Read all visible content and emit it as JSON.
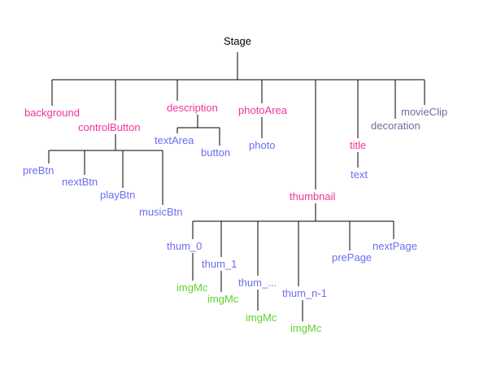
{
  "colors": {
    "root": "#000000",
    "pink": "#f0349a",
    "blue": "#6d6df2",
    "slate": "#6e6e9e",
    "green": "#62d12f",
    "line": "#000000"
  },
  "tree": {
    "root": "Stage",
    "children": [
      {
        "label": "background",
        "color": "pink"
      },
      {
        "label": "controlButton",
        "color": "pink",
        "children": [
          {
            "label": "preBtn",
            "color": "blue"
          },
          {
            "label": "nextBtn",
            "color": "blue"
          },
          {
            "label": "playBtn",
            "color": "blue"
          },
          {
            "label": "musicBtn",
            "color": "blue"
          }
        ]
      },
      {
        "label": "description",
        "color": "pink",
        "children": [
          {
            "label": "textArea",
            "color": "blue"
          },
          {
            "label": "button",
            "color": "blue"
          }
        ]
      },
      {
        "label": "photoArea",
        "color": "pink",
        "children": [
          {
            "label": "photo",
            "color": "blue"
          }
        ]
      },
      {
        "label": "thumbnail",
        "color": "pink",
        "children": [
          {
            "label": "thum_0",
            "color": "blue",
            "children": [
              {
                "label": "imgMc",
                "color": "green"
              }
            ]
          },
          {
            "label": "thum_1",
            "color": "blue",
            "children": [
              {
                "label": "imgMc",
                "color": "green"
              }
            ]
          },
          {
            "label": "thum_...",
            "color": "blue",
            "children": [
              {
                "label": "imgMc",
                "color": "green"
              }
            ]
          },
          {
            "label": "thum_n-1",
            "color": "blue",
            "children": [
              {
                "label": "imgMc",
                "color": "green"
              }
            ]
          },
          {
            "label": "prePage",
            "color": "blue"
          },
          {
            "label": "nextPage",
            "color": "blue"
          }
        ]
      },
      {
        "label": "title",
        "color": "pink",
        "children": [
          {
            "label": "text",
            "color": "blue"
          }
        ]
      },
      {
        "label": "decoration",
        "color": "slate"
      },
      {
        "label": "movieClip",
        "color": "slate"
      }
    ]
  }
}
